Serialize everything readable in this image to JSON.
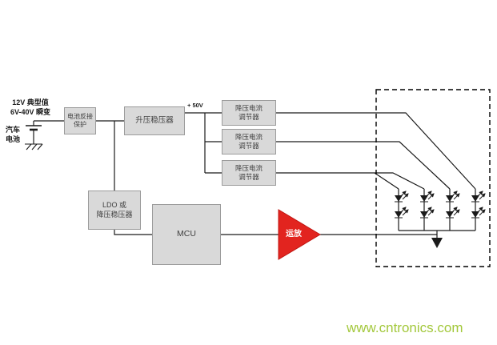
{
  "diagram": {
    "source": {
      "supply_line1": "12V 典型值",
      "supply_line2": "6V-40V 瞬变",
      "battery_line1": "汽车",
      "battery_line2": "电池"
    },
    "rail_label": "+ 50V",
    "blocks": {
      "reverse_protection_line1": "电池反接",
      "reverse_protection_line2": "保护",
      "boost_label": "升压稳压器",
      "bucks": [
        {
          "line1": "降压电流",
          "line2": "调节器"
        },
        {
          "line1": "降压电流",
          "line2": "调节器"
        },
        {
          "line1": "降压电流",
          "line2": "调节器"
        }
      ],
      "ldo_line1": "LDO 或",
      "ldo_line2": "降压稳压器",
      "mcu_label": "MCU",
      "opamp_label": "运放"
    },
    "led_panel": {
      "string_count": 4,
      "leds_per_string": 2
    },
    "watermark": "www.cntronics.com",
    "colors": {
      "block_fill": "#d9d9d9",
      "block_border": "#9b9b9b",
      "wire": "#1a1a1a",
      "opamp_red": "#e2241f",
      "watermark_green": "#a3c83c",
      "background": "#ffffff"
    }
  }
}
